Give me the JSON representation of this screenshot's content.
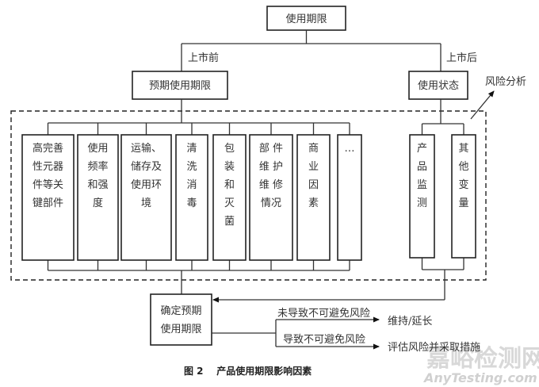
{
  "diagram": {
    "root": "使用期限",
    "branches": {
      "pre_market_label": "上市前",
      "post_market_label": "上市后"
    },
    "pre_market_node": "预期使用期限",
    "post_market_node": "使用状态",
    "risk_analysis_label": "风险分析",
    "pre_market_factors": [
      {
        "lines": [
          "高完善",
          "性元器",
          "件等关",
          "键部件"
        ]
      },
      {
        "lines": [
          "使用",
          "频率",
          "和强",
          "度"
        ]
      },
      {
        "lines": [
          "运输、",
          "储存及",
          "使用环",
          "境"
        ]
      },
      {
        "lines": [
          "清",
          "洗",
          "消",
          "毒"
        ]
      },
      {
        "lines": [
          "包",
          "装",
          "和",
          "灭",
          "菌"
        ]
      },
      {
        "lines": [
          "部 件",
          "维 护",
          "维 修",
          "情况"
        ]
      },
      {
        "lines": [
          "商",
          "业",
          "因",
          "素"
        ]
      },
      {
        "lines": [
          "…"
        ]
      }
    ],
    "post_market_factors": [
      {
        "lines": [
          "产",
          "品",
          "监",
          "测"
        ]
      },
      {
        "lines": [
          "其",
          "他",
          "变",
          "量"
        ]
      }
    ],
    "decision_node": [
      "确定预期",
      "使用期限"
    ],
    "outcomes": [
      {
        "condition": "未导致不可避免风险",
        "result": "维持/延长"
      },
      {
        "condition": "导致不可避免风险",
        "result": "评估风险并采取措施"
      }
    ]
  },
  "caption": "图 2    产品使用期限影响因素",
  "watermark": {
    "cn": "嘉峪检测网",
    "en": "AnyTesting.com"
  }
}
